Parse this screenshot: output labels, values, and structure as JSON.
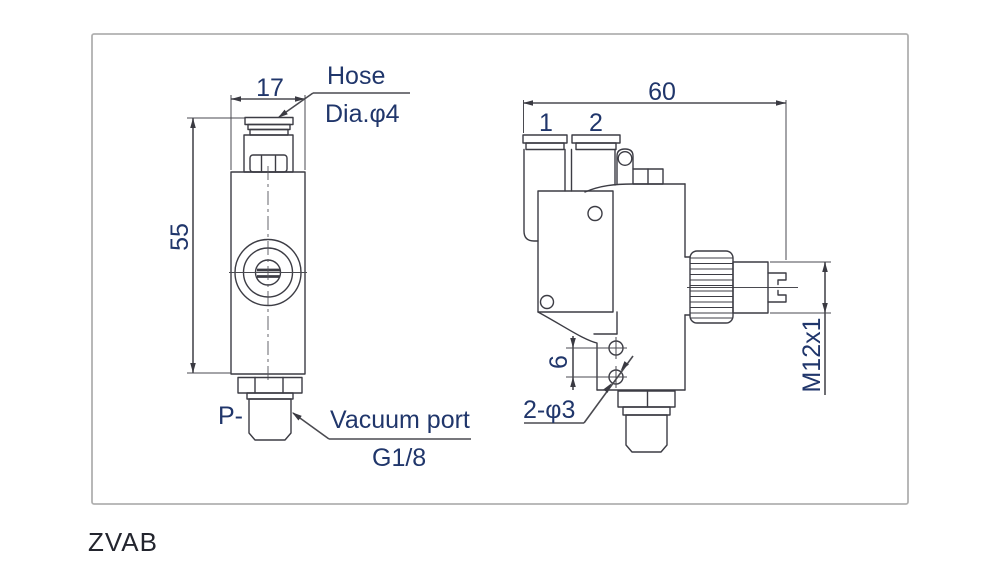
{
  "product_code": "ZVAB",
  "colors": {
    "dimension_text": "#20366b",
    "caption_text": "#23252e",
    "outline": "#3c3c44",
    "frame_border": "#b0b0b0",
    "background": "#ffffff"
  },
  "side_view": {
    "width_dim": "17",
    "height_dim": "55",
    "hose_label_line1": "Hose",
    "hose_label_line2": "Dia.φ4",
    "port_prefix": "P-",
    "port_label_line1": "Vacuum port",
    "port_label_line2": "G1/8"
  },
  "front_view": {
    "width_dim": "60",
    "port1_label": "1",
    "port2_label": "2",
    "hole_pitch_dim": "6",
    "holes_label": "2-φ3",
    "connector_thread_dim": "M12x1"
  }
}
